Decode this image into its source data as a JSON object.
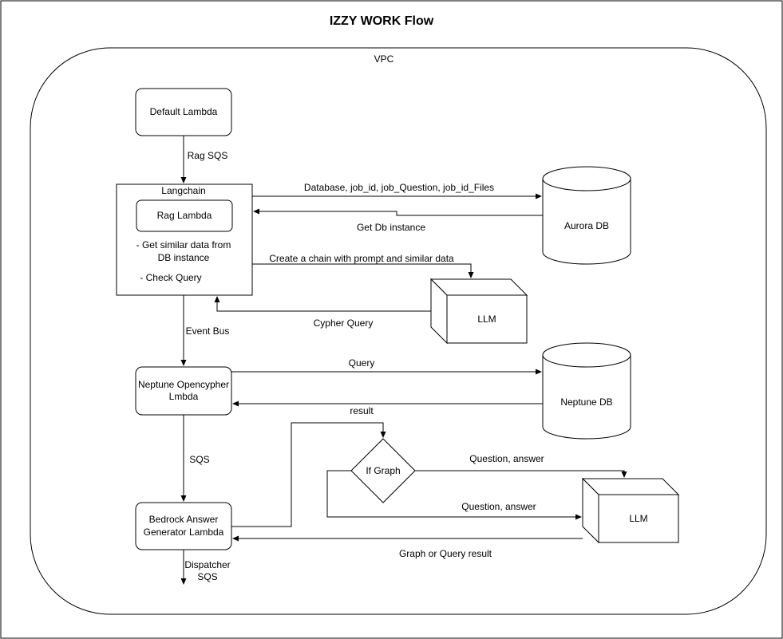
{
  "title": "IZZY WORK Flow",
  "vpc_label": "VPC",
  "nodes": {
    "default_lambda": "Default Lambda",
    "langchain": "Langchain",
    "rag_lambda": "Rag Lambda",
    "langchain_note_1a": "- Get similar data from",
    "langchain_note_1b": "DB instance",
    "langchain_note_2": "- Check Query",
    "aurora_db": "Aurora DB",
    "llm_top": "LLM",
    "neptune_lambda_1": "Neptune Opencypher",
    "neptune_lambda_2": "Lmbda",
    "neptune_db": "Neptune DB",
    "if_graph": "If Graph",
    "bedrock_1": "Bedrock Answer",
    "bedrock_2": "Generator Lambda",
    "llm_bottom": "LLM"
  },
  "edges": {
    "rag_sqs": "Rag SQS",
    "db_params": "Database, job_id, job_Question, job_id_Files",
    "get_db_instance": "Get Db instance",
    "create_chain": "Create a chain with prompt and similar data",
    "cypher_query": "Cypher Query",
    "event_bus": "Event Bus",
    "query": "Query",
    "result": "result",
    "sqs": "SQS",
    "question_answer_1": "Question, answer",
    "question_answer_2": "Question, answer",
    "graph_or_query_result": "Graph or Query result",
    "dispatcher_1": "Dispatcher",
    "dispatcher_2": "SQS"
  }
}
